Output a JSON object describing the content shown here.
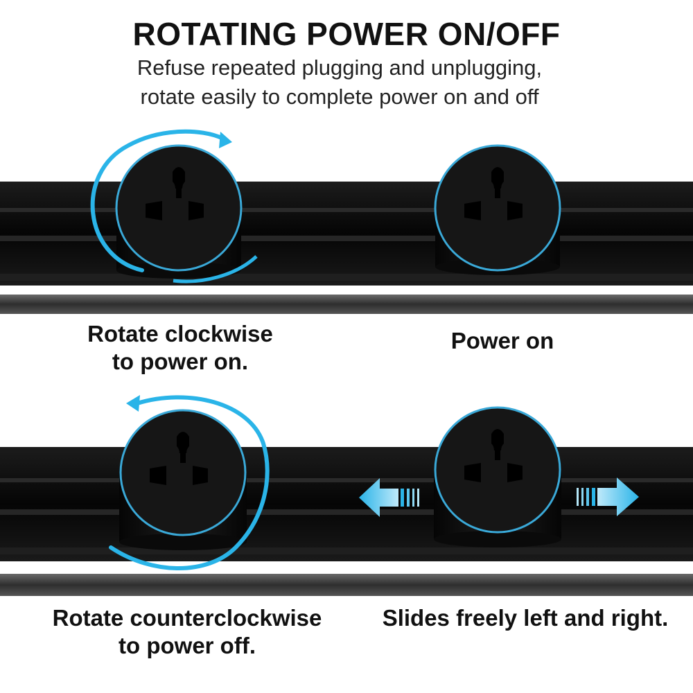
{
  "header": {
    "title": "ROTATING POWER ON/OFF",
    "subtitle_line1": "Refuse repeated plugging and unplugging,",
    "subtitle_line2": "rotate easily to complete power on and off"
  },
  "panels": [
    {
      "caption_line1": "Rotate clockwise",
      "caption_line2": "to power on."
    },
    {
      "caption_line1": "Power on",
      "caption_line2": ""
    },
    {
      "caption_line1": "Rotate counterclockwise",
      "caption_line2": "to power off."
    },
    {
      "caption_line1": "Slides freely left and right.",
      "caption_line2": ""
    }
  ],
  "colors": {
    "rail": "#0b0b0b",
    "socket": "#141414",
    "ring": "#3aa9d8",
    "arrow": "#2ab4e8"
  },
  "icons": [
    "clockwise-arrow-icon",
    "counterclockwise-arrow-icon",
    "left-arrow-icon",
    "right-arrow-icon",
    "socket-outlet-icon"
  ]
}
